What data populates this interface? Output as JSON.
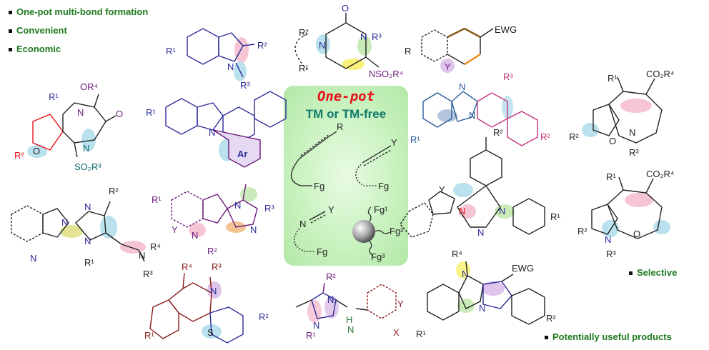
{
  "features": [
    "One-pot multi-bond formation",
    "Convenient",
    "Economic"
  ],
  "notes": {
    "selective": "Selective",
    "useful": "Potentially useful products"
  },
  "center": {
    "title": "One-pot",
    "subtitle": "TM or TM-free",
    "reactants": {
      "alkyne_r": "R",
      "alkyne_fg": "Fg",
      "allene_y": "Y",
      "allene_fg": "Fg",
      "hetero_n": "N",
      "hetero_y": "Y",
      "hetero_fg": "Fg",
      "ball_fg1": "Fg¹",
      "ball_fg2": "Fg²",
      "ball_fg3": "Fg³"
    }
  },
  "labels": {
    "indole": [
      "R¹",
      "R²",
      "N",
      "R³"
    ],
    "pyrimidinone": [
      "O",
      "R²",
      "N",
      "N",
      "R³",
      "R¹",
      "NSO₂R⁴"
    ],
    "ewg_ring": [
      "EWG",
      "R",
      "Y"
    ],
    "oxazepine": [
      "R¹",
      "OR⁴",
      "N",
      "O",
      "R²",
      "O",
      "N",
      "SO₂R³"
    ],
    "indoloquinoline": [
      "R¹",
      "N",
      "Ar"
    ],
    "benzimidazole_fused": [
      "N",
      "N",
      "R³",
      "R¹",
      "R²"
    ],
    "furoazepine": [
      "R¹",
      "CO₂R⁴",
      "R²",
      "O",
      "N",
      "R³"
    ],
    "imidazolyl_imidazole": [
      "N",
      "N",
      "N",
      "R²",
      "N",
      "R¹",
      "N",
      "R⁴",
      "R³"
    ],
    "imidazopyridine": [
      "R¹",
      "N",
      "Y",
      "N",
      "R²",
      "N",
      "R³"
    ],
    "fused_polycycle": [
      "R²",
      "Y",
      "N",
      "N",
      "N",
      "R¹"
    ],
    "pyrrolooxepine": [
      "R¹",
      "CO₂R⁴",
      "R²",
      "N",
      "O",
      "R³"
    ],
    "thiazine": [
      "R⁴",
      "R³",
      "N",
      "R²",
      "R¹",
      "S"
    ],
    "aminoimidazole": [
      "R²",
      "N",
      "N",
      "R¹",
      "H",
      "N",
      "Y",
      "X"
    ],
    "indolo_fused": [
      "R⁴",
      "N",
      "EWG",
      "N",
      "R²",
      "R¹"
    ]
  }
}
